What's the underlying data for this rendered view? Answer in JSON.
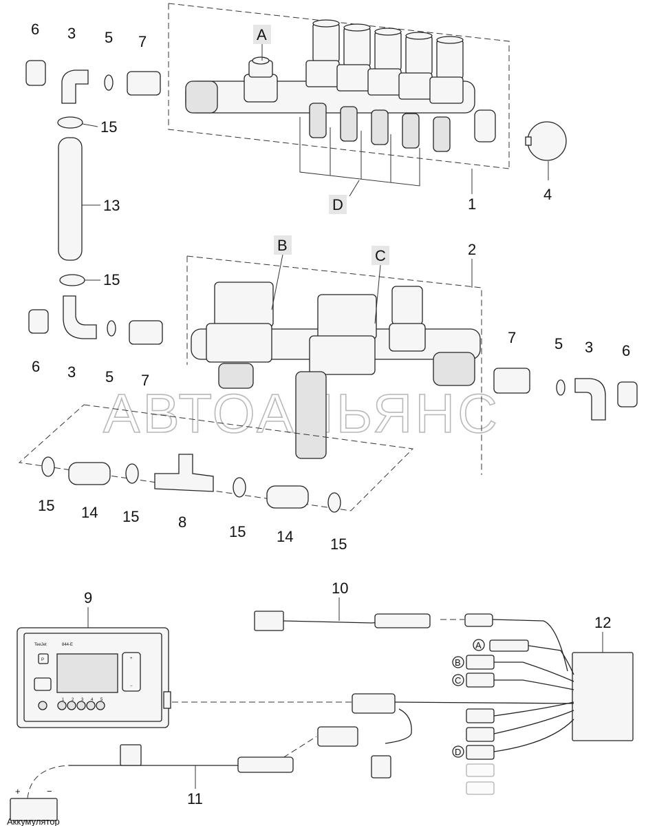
{
  "title": "",
  "watermark": "АВТОАЛЬЯНС",
  "part_labels": {
    "p1": "1",
    "p2": "2",
    "p3a": "3",
    "p3b": "3",
    "p3c": "3",
    "p4": "4",
    "p5a": "5",
    "p5b": "5",
    "p5c": "5",
    "p6a": "6",
    "p6b": "6",
    "p6c": "6",
    "p7a": "7",
    "p7b": "7",
    "p7c": "7",
    "p8": "8",
    "p9": "9",
    "p10": "10",
    "p11": "11",
    "p12": "12",
    "p13": "13",
    "p14a": "14",
    "p14b": "14",
    "p15a": "15",
    "p15b": "15",
    "p15c": "15",
    "p15d": "15",
    "p15e": "15",
    "p15f": "15"
  },
  "valve_labels": {
    "A": "A",
    "B": "B",
    "C": "C",
    "D": "D",
    "A_wiring": "A",
    "B_wiring": "B",
    "C_wiring": "C",
    "D_wiring": "D"
  },
  "controller": {
    "brand": "TeeJet",
    "model": "844-E",
    "p_key": "P",
    "plus_key": "+",
    "minus_key": "−",
    "section_numbers": [
      "1",
      "2",
      "3",
      "4",
      "5"
    ]
  },
  "battery_label": "Аккумулятор",
  "battery_plus": "+",
  "battery_minus": "−"
}
